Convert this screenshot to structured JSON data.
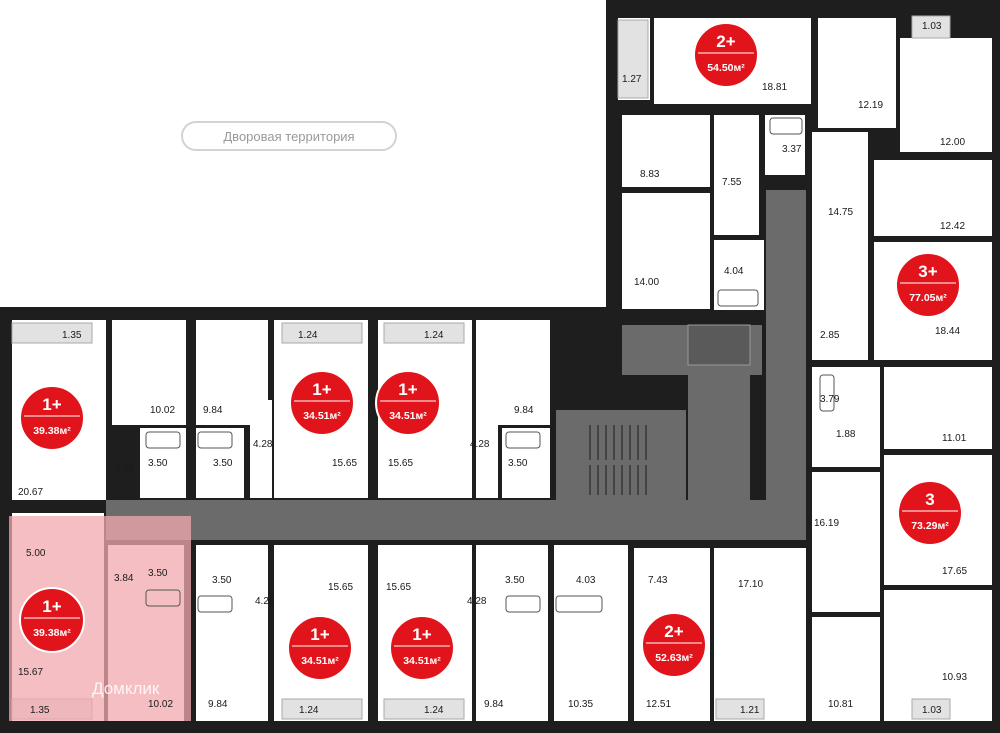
{
  "courtyard_label": "Дворовая территория",
  "watermark": "Домклик",
  "colors": {
    "badge": "#e2141b",
    "highlight": "#f2a8ad",
    "wall": "#1e1e1e",
    "corridor": "#6b6b6b"
  },
  "apartments": [
    {
      "type": "1+",
      "area": "39.38м²"
    },
    {
      "type": "1+",
      "area": "34.51м²"
    },
    {
      "type": "1+",
      "area": "34.51м²"
    },
    {
      "type": "2+",
      "area": "54.50м²"
    },
    {
      "type": "3+",
      "area": "77.05м²"
    },
    {
      "type": "3",
      "area": "73.29м²"
    },
    {
      "type": "1+",
      "area": "39.38м²"
    },
    {
      "type": "1+",
      "area": "34.51м²"
    },
    {
      "type": "1+",
      "area": "34.51м²"
    },
    {
      "type": "2+",
      "area": "52.63м²"
    }
  ],
  "room_areas": [
    "1.27",
    "18.81",
    "1.03",
    "12.19",
    "12.00",
    "3.37",
    "8.83",
    "7.55",
    "14.75",
    "12.42",
    "4.04",
    "14.00",
    "2.85",
    "18.44",
    "1.35",
    "10.02",
    "1.24",
    "9.84",
    "1.24",
    "9.84",
    "3.84",
    "3.50",
    "3.50",
    "4.28",
    "15.65",
    "15.65",
    "4.28",
    "3.50",
    "3.79",
    "1.88",
    "11.01",
    "20.67",
    "16.19",
    "17.65",
    "5.00",
    "3.84",
    "3.50",
    "3.50",
    "4.28",
    "15.65",
    "15.65",
    "3.50",
    "4.28",
    "4.03",
    "7.43",
    "17.10",
    "15.67",
    "10.93",
    "1.35",
    "10.02",
    "9.84",
    "1.24",
    "1.24",
    "9.84",
    "10.35",
    "12.51",
    "1.21",
    "10.81",
    "1.03"
  ]
}
